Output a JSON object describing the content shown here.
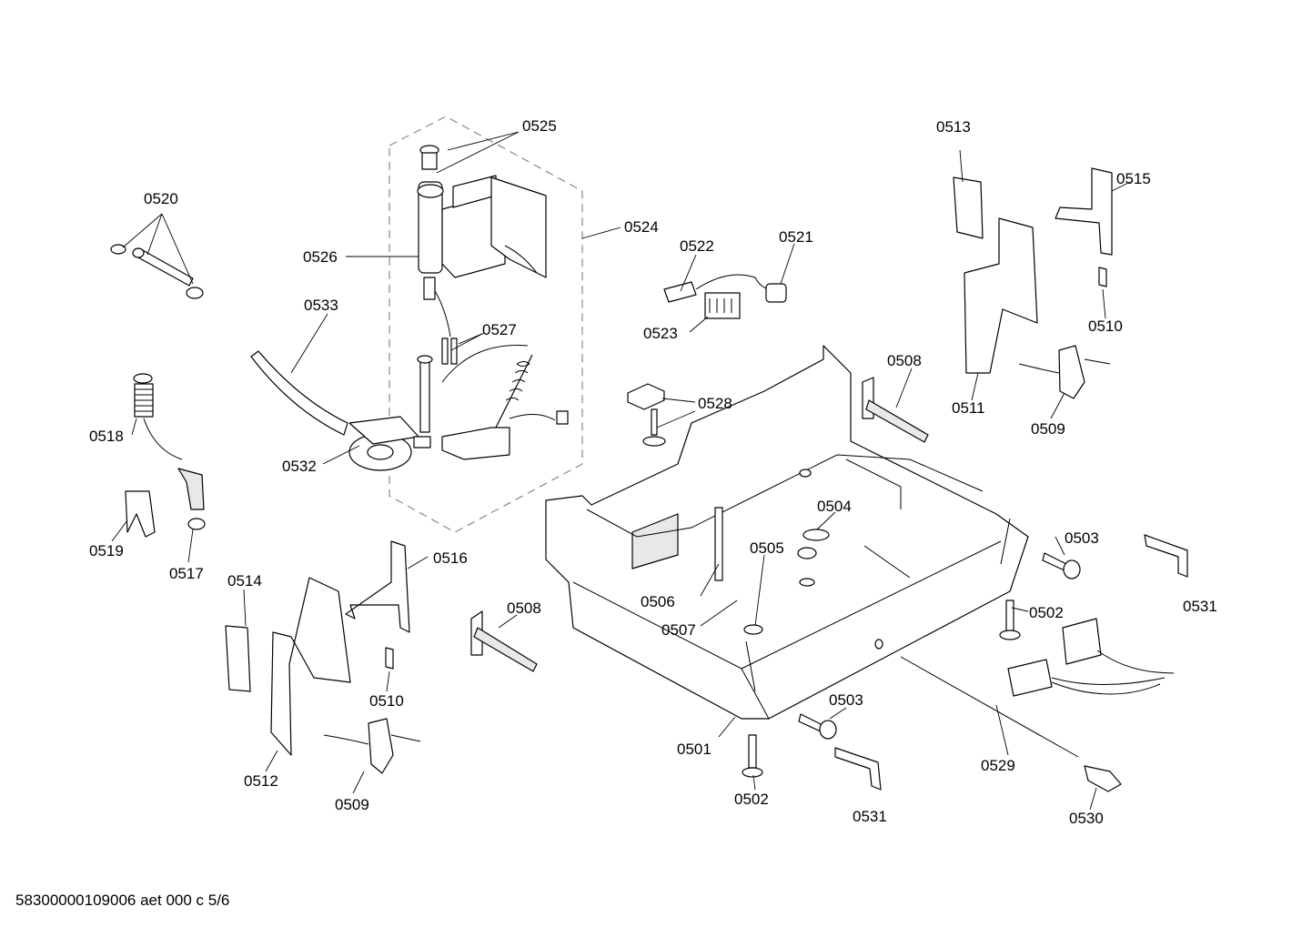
{
  "footer": {
    "text": "58300000109006 aet 000 c 5/6"
  },
  "labels": {
    "p0501": "0501",
    "p0502a": "0502",
    "p0502b": "0502",
    "p0503a": "0503",
    "p0503b": "0503",
    "p0504": "0504",
    "p0505": "0505",
    "p0506": "0506",
    "p0507": "0507",
    "p0508a": "0508",
    "p0508b": "0508",
    "p0509a": "0509",
    "p0509b": "0509",
    "p0510a": "0510",
    "p0510b": "0510",
    "p0511": "0511",
    "p0512": "0512",
    "p0513": "0513",
    "p0514": "0514",
    "p0515": "0515",
    "p0516": "0516",
    "p0517": "0517",
    "p0518": "0518",
    "p0519": "0519",
    "p0520": "0520",
    "p0521": "0521",
    "p0522": "0522",
    "p0523": "0523",
    "p0524": "0524",
    "p0525": "0525",
    "p0526": "0526",
    "p0527": "0527",
    "p0528": "0528",
    "p0529": "0529",
    "p0530": "0530",
    "p0531a": "0531",
    "p0531b": "0531",
    "p0532": "0532",
    "p0533": "0533"
  }
}
